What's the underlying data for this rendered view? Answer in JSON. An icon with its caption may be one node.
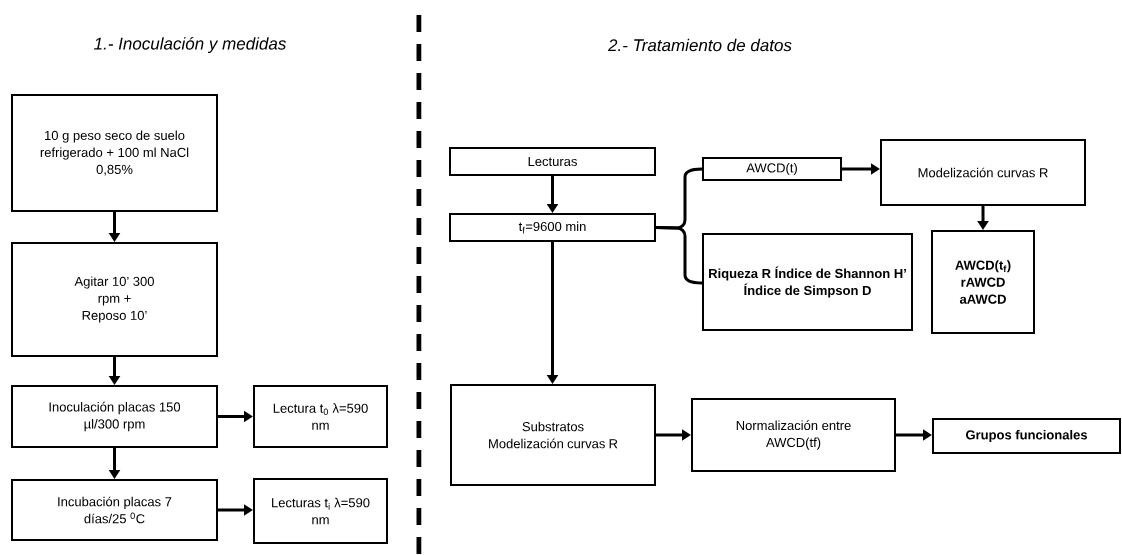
{
  "diagram": {
    "nodes": [
      {
        "text": [
          "10 g peso seco de suelo refrigerado + 100 ml NaCl 0,85%"
        ]
      },
      {
        "text": [
          "Agitar 10’ 300 rpm + Reposo 10’"
        ]
      },
      {
        "text": [
          "Inoculación placas 150 µl/300 rpm"
        ]
      },
      {
        "text": [
          "Lectura t$_{0}$ λ=590 nm"
        ]
      },
      {
        "text": [
          "Incubación placas 7 días/25 $^{0}$C"
        ]
      },
      {
        "text": [
          "Lecturas t$_{i}$ λ=590 nm"
        ]
      },
      {
        "text": [
          "Lecturas"
        ]
      },
      {
        "text": [
          "t$_{f}$=9600 min"
        ]
      },
      {
        "text": [
          "AWCD(t)"
        ]
      },
      {
        "text": [
          "Modelización curvas R"
        ]
      },
      {
        "text": [
          "Riqueza R Índice de Shannon H’ Índice de Simpson D"
        ]
      },
      {
        "text": [
          "AWCD(t$_{f}$) rAWCD aAWCD"
        ]
      },
      {
        "text": [
          "Substratos Modelización curvas R"
        ]
      },
      {
        "text": [
          "Normalización entre AWCD(tf)"
        ]
      },
      {
        "text": [
          "Grupos funcionales"
        ]
      }
    ],
    "edges": [
      {
        "from": 0,
        "to": 1,
        "arrow": "to"
      },
      {
        "from": 1,
        "to": 2,
        "arrow": "to"
      },
      {
        "from": 2,
        "to": 3,
        "arrow": "to"
      },
      {
        "from": 2,
        "to": 4,
        "arrow": "to"
      },
      {
        "from": 4,
        "to": 5,
        "arrow": "to"
      },
      {
        "from": 6,
        "to": 7,
        "arrow": "to"
      },
      {
        "from": 7,
        "to": 8,
        "arrow": "none"
      },
      {
        "from": 7,
        "to": 10,
        "arrow": "none"
      },
      {
        "from": 8,
        "to": 9,
        "arrow": "to"
      },
      {
        "from": 9,
        "to": 11,
        "arrow": "to"
      },
      {
        "from": 7,
        "to": 12,
        "arrow": "to"
      },
      {
        "from": 12,
        "to": 13,
        "arrow": "to"
      },
      {
        "from": 13,
        "to": 14,
        "arrow": "to"
      }
    ],
    "labels": [
      "1.- Inoculación y medidas",
      "2.- Tratamiento de datos"
    ]
  }
}
